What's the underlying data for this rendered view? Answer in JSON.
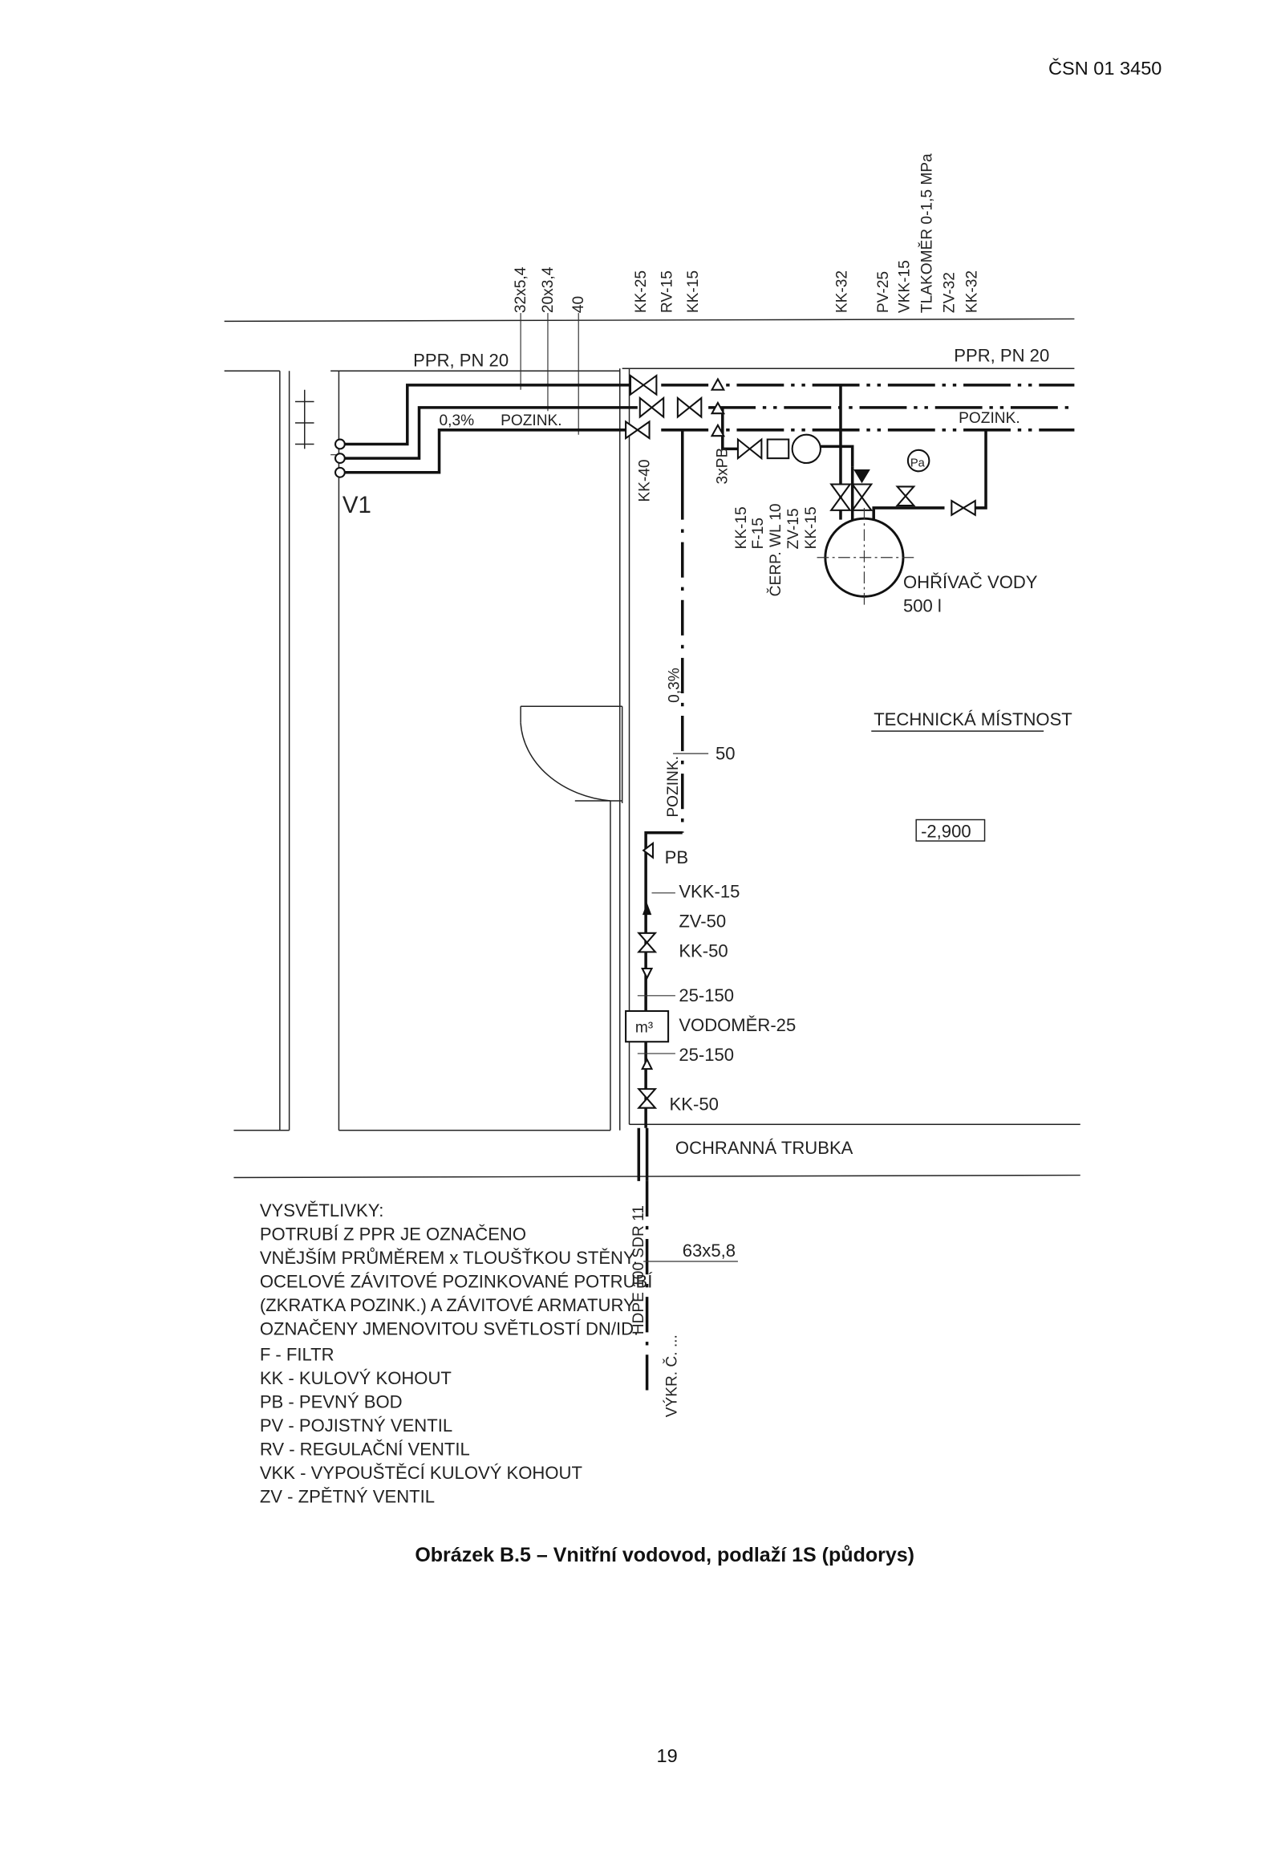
{
  "header": {
    "standard_id": "ČSN 01 3450"
  },
  "pipe_labels": {
    "dim_1": "32x5,4",
    "dim_2": "20x3,4",
    "dim_3": "40",
    "group_a": [
      "KK-25",
      "RV-15",
      "KK-15"
    ],
    "kk32": "KK-32",
    "group_b": [
      "PV-25",
      "VKK-15",
      "TLAKOMĚR 0-1,5 MPa",
      "ZV-32",
      "KK-32"
    ],
    "ppr_left": "PPR, PN 20",
    "ppr_right": "PPR, PN 20",
    "slope_left": "0,3%",
    "pozink_left": "POZINK.",
    "pozink_right": "POZINK.",
    "v1": "V1",
    "kk40": "KK-40",
    "pb3": "3xPB",
    "pump_group": [
      "KK-15",
      "F-15",
      "ČERP. WL 10",
      "ZV-15",
      "KK-15"
    ],
    "slope_riser": "0,3%",
    "dn50": "50",
    "pozink_riser": "POZINK."
  },
  "heater": {
    "name": "OHŘÍVAČ VODY",
    "volume": "500 l",
    "gauge": "Pa"
  },
  "room": {
    "name": "TECHNICKÁ MÍSTNOST",
    "level": "-2,900"
  },
  "riser_items": [
    "PB",
    "VKK-15",
    "ZV-50",
    "KK-50",
    "25-150",
    "VODOMĚR-25",
    "25-150",
    "KK-50"
  ],
  "meter_symbol": "m³",
  "sleeve": "OCHRANNÁ TRUBKA",
  "inlet": {
    "material": "HDPE 100 SDR 11",
    "size": "63x5,8",
    "ref": "VÝKR. Č. ..."
  },
  "legend": {
    "title": "VYSVĚTLIVKY:",
    "notes": [
      "POTRUBÍ Z PPR JE OZNAČENO",
      "VNĚJŠÍM PRŮMĚREM x TLOUŠŤKOU STĚNY.",
      "OCELOVÉ ZÁVITOVÉ POZINKOVANÉ POTRUBÍ",
      "(ZKRATKA POZINK.) A ZÁVITOVÉ ARMATURY",
      "OZNAČENY JMENOVITOU SVĚTLOSTÍ DN/ID."
    ],
    "abbreviations": [
      "F - FILTR",
      "KK - KULOVÝ KOHOUT",
      "PB - PEVNÝ BOD",
      "PV - POJISTNÝ VENTIL",
      "RV - REGULAČNÍ VENTIL",
      "VKK - VYPOUŠTĚCÍ KULOVÝ KOHOUT",
      "ZV - ZPĚTNÝ VENTIL"
    ]
  },
  "caption": "Obrázek B.5 – Vnitřní vodovod, podlaží 1S (půdorys)",
  "page_number": "19"
}
